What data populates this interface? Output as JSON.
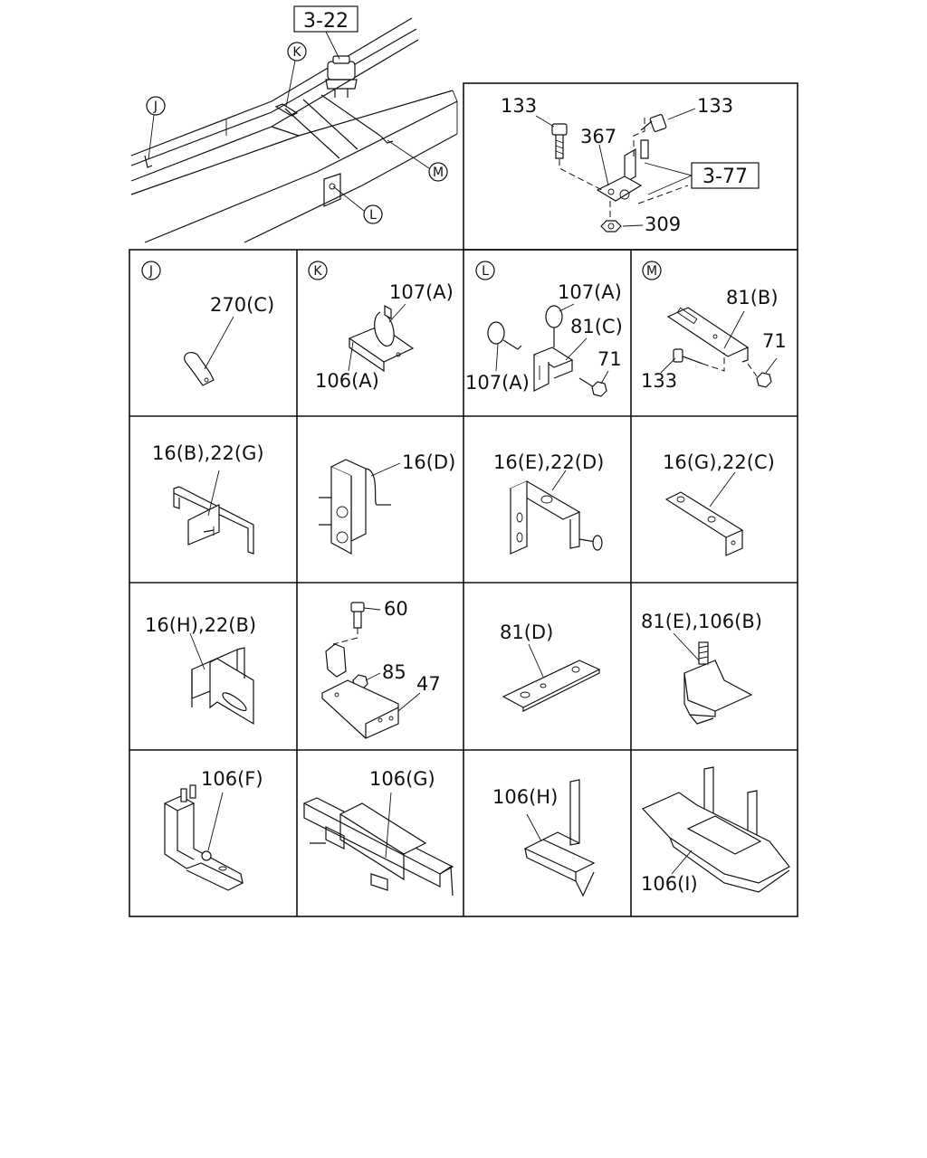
{
  "overview": {
    "refs": [
      "3-22",
      "3-77"
    ],
    "callouts": {
      "j": "J",
      "k": "K",
      "l": "L",
      "m": "M"
    }
  },
  "detail": {
    "labels": {
      "bolt_left": "133",
      "bolt_right": "133",
      "bracket": "367",
      "nut": "309"
    }
  },
  "cells": [
    {
      "letter": "J",
      "labels": [
        "270(C)"
      ]
    },
    {
      "letter": "K",
      "labels": [
        "107(A)",
        "106(A)"
      ]
    },
    {
      "letter": "L",
      "labels": [
        "107(A)",
        "81(C)",
        "107(A)",
        "71"
      ]
    },
    {
      "letter": "M",
      "labels": [
        "81(B)",
        "71",
        "133"
      ]
    },
    {
      "labels": [
        "16(B),22(G)"
      ]
    },
    {
      "labels": [
        "16(D)"
      ]
    },
    {
      "labels": [
        "16(E),22(D)"
      ]
    },
    {
      "labels": [
        "16(G),22(C)"
      ]
    },
    {
      "labels": [
        "16(H),22(B)"
      ]
    },
    {
      "labels": [
        "60",
        "85",
        "47"
      ]
    },
    {
      "labels": [
        "81(D)"
      ]
    },
    {
      "labels": [
        "81(E),106(B)"
      ]
    },
    {
      "labels": [
        "106(F)"
      ]
    },
    {
      "labels": [
        "106(G)"
      ]
    },
    {
      "labels": [
        "106(H)"
      ]
    },
    {
      "labels": [
        "106(I)"
      ]
    }
  ]
}
